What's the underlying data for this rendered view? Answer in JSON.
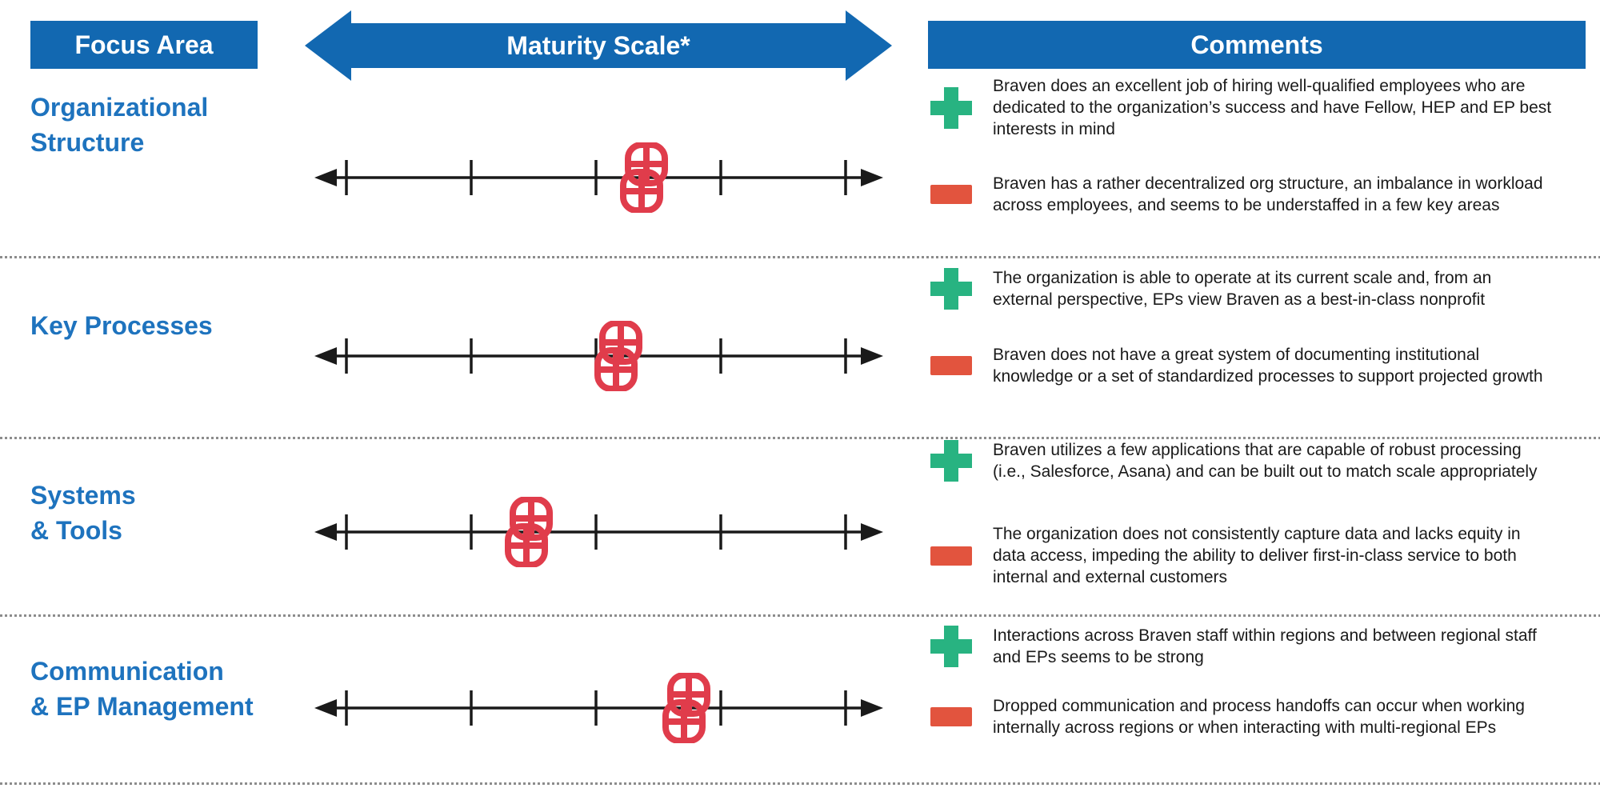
{
  "header": {
    "focus_area": "Focus Area",
    "maturity_scale": "Maturity Scale*",
    "comments": "Comments"
  },
  "colors": {
    "blue": "#1268B1",
    "label_blue": "#1E73BE",
    "green": "#28B381",
    "red": "#E2543E",
    "marker": "#E03C4B"
  },
  "icons": {
    "positive": "plus-icon",
    "negative": "minus-icon",
    "marker": "maturity-marker-icon"
  },
  "scale": {
    "tick_count": 5,
    "style": "double-headed arrow line"
  },
  "rows": [
    {
      "label": "Organizational Structure",
      "label_line1": "Organizational",
      "label_line2": "Structure",
      "marker_percent": 57.7,
      "positive": "Braven does an excellent job of hiring well-qualified employees who are dedicated to the organization’s success and have Fellow, HEP and EP best interests in mind",
      "negative": "Braven has a rather decentralized org structure, an imbalance in workload across employees, and seems to be understaffed in a few key areas"
    },
    {
      "label": "Key Processes",
      "label_line1": "Key Processes",
      "label_line2": "",
      "marker_percent": 53.3,
      "positive": "The organization is able to operate at its current scale and, from an external perspective, EPs view Braven as a best-in-class nonprofit",
      "negative": "Braven does not have a great system of documenting institutional knowledge or a set of standardized processes to support projected growth"
    },
    {
      "label": "Systems & Tools",
      "label_line1": "Systems",
      "label_line2": "& Tools",
      "marker_percent": 38.1,
      "positive": "Braven utilizes a few applications that are capable of robust processing (i.e., Salesforce, Asana) and can be built out to match scale appropriately",
      "negative": "The organization does not consistently capture data and lacks equity in data access, impeding the ability to deliver first-in-class service to both internal and external customers"
    },
    {
      "label": "Communication & EP Management",
      "label_line1": "Communication",
      "label_line2": "& EP Management",
      "marker_percent": 64.9,
      "positive": "Interactions across Braven staff within regions and between regional staff and EPs seems to be strong",
      "negative": "Dropped communication and process handoffs can occur when working internally across regions or when interacting with multi-regional EPs"
    }
  ]
}
